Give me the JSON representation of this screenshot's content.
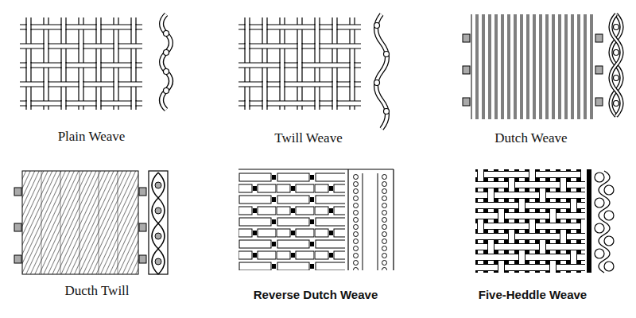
{
  "diagram": {
    "labels": [
      "Plain Weave",
      "Twill Weave",
      "Dutch Weave",
      "Ducth Twill",
      "Reverse Dutch Weave",
      "Five-Heddle Weave"
    ]
  }
}
